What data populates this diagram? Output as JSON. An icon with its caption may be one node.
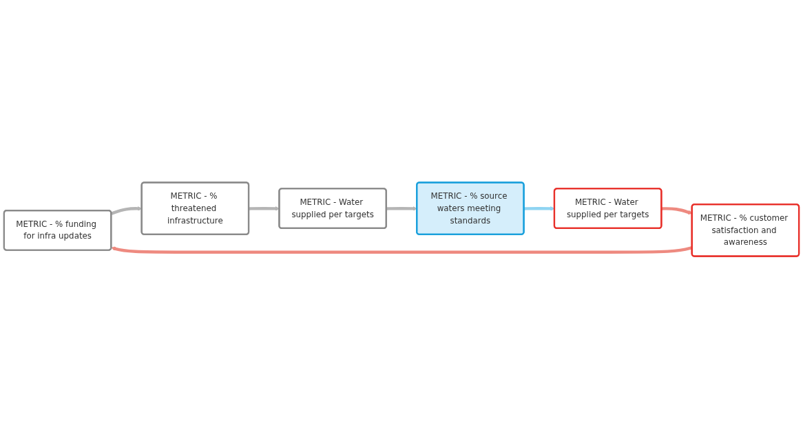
{
  "diagram": {
    "nodes": [
      {
        "text": [
          "METRIC - % funding for infra updates"
        ]
      },
      {
        "text": [
          "METRIC - % threatened infrastructure"
        ]
      },
      {
        "text": [
          "METRIC - Water supplied per targets"
        ]
      },
      {
        "text": [
          "METRIC - % source waters meeting standards"
        ]
      },
      {
        "text": [
          "METRIC - Water supplied per targets"
        ]
      },
      {
        "text": [
          "METRIC - % customer satisfaction and awareness"
        ]
      }
    ],
    "edges": [
      {
        "from": 0,
        "to": 1,
        "arrow": "to"
      },
      {
        "from": 1,
        "to": 2,
        "arrow": "to"
      },
      {
        "from": 2,
        "to": 3,
        "arrow": "to"
      },
      {
        "from": 3,
        "to": 4,
        "arrow": "to",
        "color": "#8fd4f2"
      },
      {
        "from": 4,
        "to": 5,
        "arrow": "to",
        "color": "#ee8a80"
      },
      {
        "from": 5,
        "to": 0,
        "arrow": "to",
        "color": "#ee8a80"
      }
    ]
  }
}
